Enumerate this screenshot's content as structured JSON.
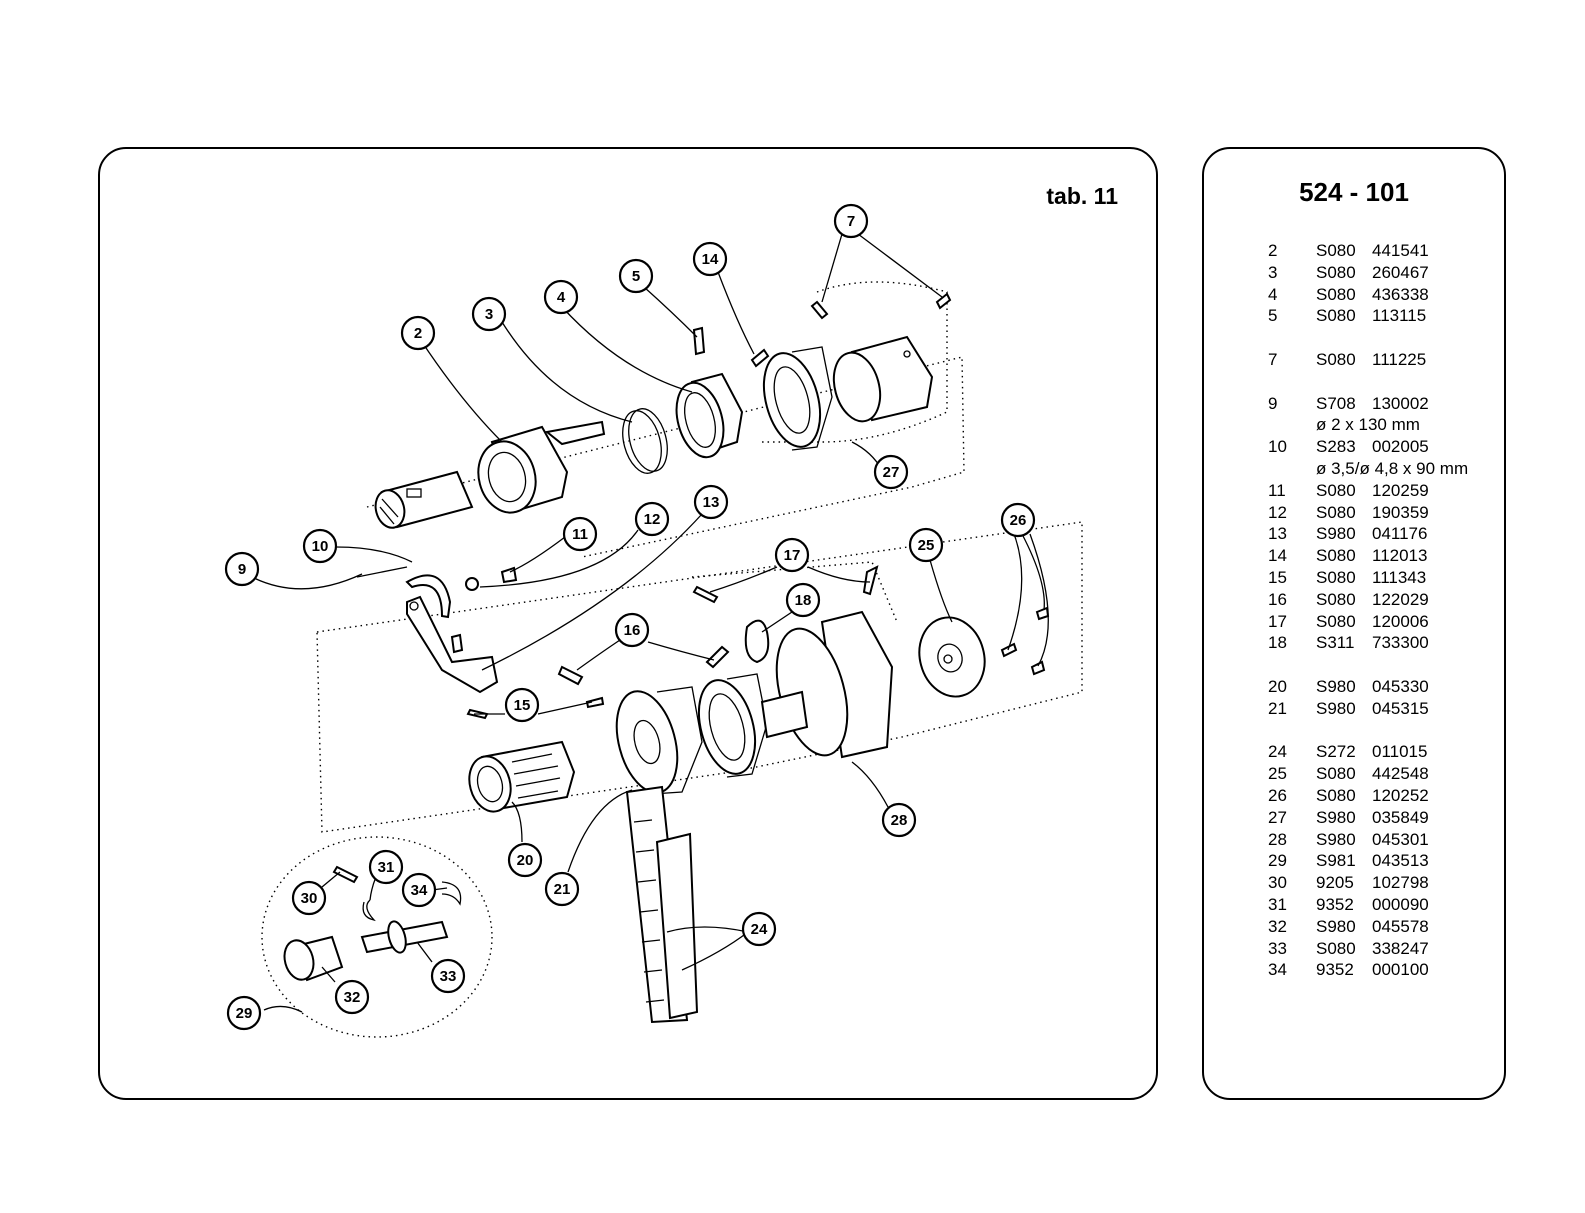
{
  "diagram": {
    "tab_label": "tab. 11",
    "callouts": [
      "2",
      "3",
      "4",
      "5",
      "7",
      "9",
      "10",
      "11",
      "12",
      "13",
      "14",
      "15",
      "16",
      "17",
      "18",
      "20",
      "21",
      "24",
      "25",
      "26",
      "27",
      "28",
      "29",
      "30",
      "31",
      "32",
      "33",
      "34"
    ]
  },
  "parts_list": {
    "title": "524 - 101",
    "rows": [
      {
        "pos": "2",
        "prefix": "S080",
        "number": "441541"
      },
      {
        "pos": "3",
        "prefix": "S080",
        "number": "260467"
      },
      {
        "pos": "4",
        "prefix": "S080",
        "number": "436338"
      },
      {
        "pos": "5",
        "prefix": "S080",
        "number": "113115"
      },
      {
        "gap": true
      },
      {
        "pos": "7",
        "prefix": "S080",
        "number": "111225"
      },
      {
        "gap": true
      },
      {
        "pos": "9",
        "prefix": "S708",
        "number": "130002"
      },
      {
        "pos": "",
        "note": "ø 2 x 130 mm"
      },
      {
        "pos": "10",
        "prefix": "S283",
        "number": "002005"
      },
      {
        "pos": "",
        "note": "ø 3,5/ø 4,8 x 90 mm"
      },
      {
        "pos": "11",
        "prefix": "S080",
        "number": "120259"
      },
      {
        "pos": "12",
        "prefix": "S080",
        "number": "190359"
      },
      {
        "pos": "13",
        "prefix": "S980",
        "number": "041176"
      },
      {
        "pos": "14",
        "prefix": "S080",
        "number": "112013"
      },
      {
        "pos": "15",
        "prefix": "S080",
        "number": "111343"
      },
      {
        "pos": "16",
        "prefix": "S080",
        "number": "122029"
      },
      {
        "pos": "17",
        "prefix": "S080",
        "number": "120006"
      },
      {
        "pos": "18",
        "prefix": "S311",
        "number": "733300"
      },
      {
        "gap": true
      },
      {
        "pos": "20",
        "prefix": "S980",
        "number": "045330"
      },
      {
        "pos": "21",
        "prefix": "S980",
        "number": "045315"
      },
      {
        "gap": true
      },
      {
        "pos": "24",
        "prefix": "S272",
        "number": "011015"
      },
      {
        "pos": "25",
        "prefix": "S080",
        "number": "442548"
      },
      {
        "pos": "26",
        "prefix": "S080",
        "number": "120252"
      },
      {
        "pos": "27",
        "prefix": "S980",
        "number": "035849"
      },
      {
        "pos": "28",
        "prefix": "S980",
        "number": "045301"
      },
      {
        "pos": "29",
        "prefix": "S981",
        "number": "043513"
      },
      {
        "pos": "30",
        "prefix": "9205",
        "number": "102798"
      },
      {
        "pos": "31",
        "prefix": "9352",
        "number": "000090"
      },
      {
        "pos": "32",
        "prefix": "S980",
        "number": "045578"
      },
      {
        "pos": "33",
        "prefix": "S080",
        "number": "338247"
      },
      {
        "pos": "34",
        "prefix": "9352",
        "number": "000100"
      }
    ]
  }
}
